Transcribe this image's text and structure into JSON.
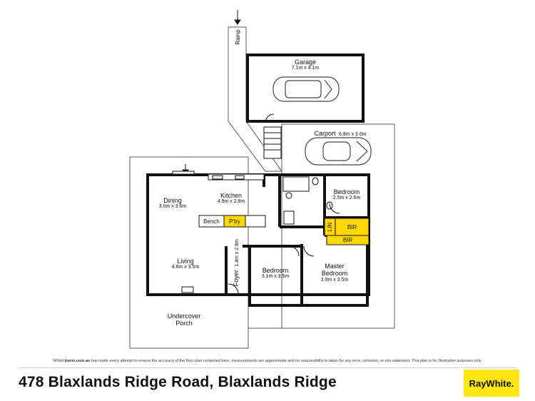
{
  "rooms": {
    "garage": {
      "name": "Garage",
      "dims": "7.1m x 4.1m"
    },
    "carport": {
      "name": "Carport",
      "dims": "6.8m x 3.0m"
    },
    "dining": {
      "name": "Dining",
      "dims": "3.0m x 3.6m"
    },
    "kitchen": {
      "name": "Kitchen",
      "dims": "4.9m x 2.8m"
    },
    "living": {
      "name": "Living",
      "dims": "4.6m x 3.5m"
    },
    "foyer": {
      "name": "Foyer",
      "dims": "1.4m x 2.8m"
    },
    "bedroom_small": {
      "name": "Bedroom",
      "dims": "2.5m x 2.6m"
    },
    "bedroom_mid": {
      "name": "Bedroom",
      "dims": "3.1m x 3.5m"
    },
    "master": {
      "name": "Master Bedroom",
      "dims": "3.9m x 3.5m"
    },
    "porch": {
      "name": "Undercover Porch"
    }
  },
  "tags": {
    "ramp": "Ramp",
    "bench": "Bench",
    "pantry": "P'try",
    "linen": "LIN",
    "bir1": "BIR",
    "bir2": "BIR"
  },
  "colors": {
    "wall": "#111111",
    "highlight": "#ffd800",
    "outline": "#555555"
  },
  "footer": {
    "disclaimer_pre": "Whilst ",
    "disclaimer_site": "bwrm.com.au",
    "disclaimer_post": " has made every attempt to ensure the accuracy of the floor plan contained here, measurements are approximate and no responsibility is taken for any error, omission, or mis-statement. This plan is for illustrative purposes only.",
    "address": "478 Blaxlands Ridge Road, Blaxlands Ridge",
    "brand": "RayWhite."
  }
}
